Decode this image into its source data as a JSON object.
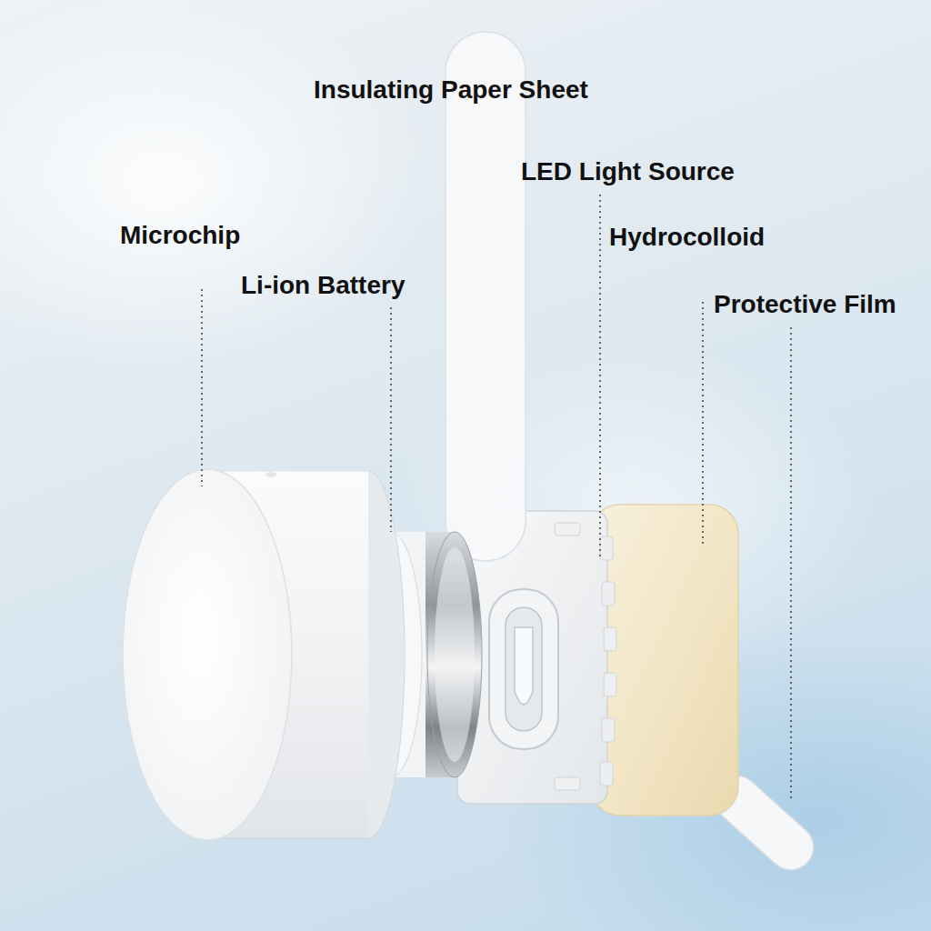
{
  "diagram": {
    "labels": [
      "Insulating Paper Sheet",
      "LED Light Source",
      "Microchip",
      "Hydrocolloid",
      "Li-ion Battery",
      "Protective Film"
    ]
  }
}
